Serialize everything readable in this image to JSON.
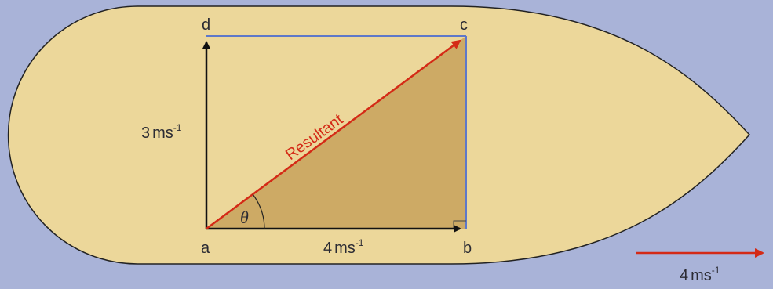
{
  "diagram": {
    "vertices": {
      "a": "a",
      "b": "b",
      "c": "c",
      "d": "d"
    },
    "vertical_speed": {
      "value": "3",
      "unit": "ms",
      "exponent": "-1"
    },
    "horizontal_speed": {
      "value": "4",
      "unit": "ms",
      "exponent": "-1"
    },
    "current_speed": {
      "value": "4",
      "unit": "ms",
      "exponent": "-1"
    },
    "resultant_label": "Resultant",
    "angle_label": "θ"
  },
  "colors": {
    "background": "#a9b3d8",
    "boat_fill": "#ecd79a",
    "shaded_triangle": "#c8a25c",
    "resultant": "#d42a16",
    "vector": "#111111",
    "outline": "#5e78c9"
  }
}
